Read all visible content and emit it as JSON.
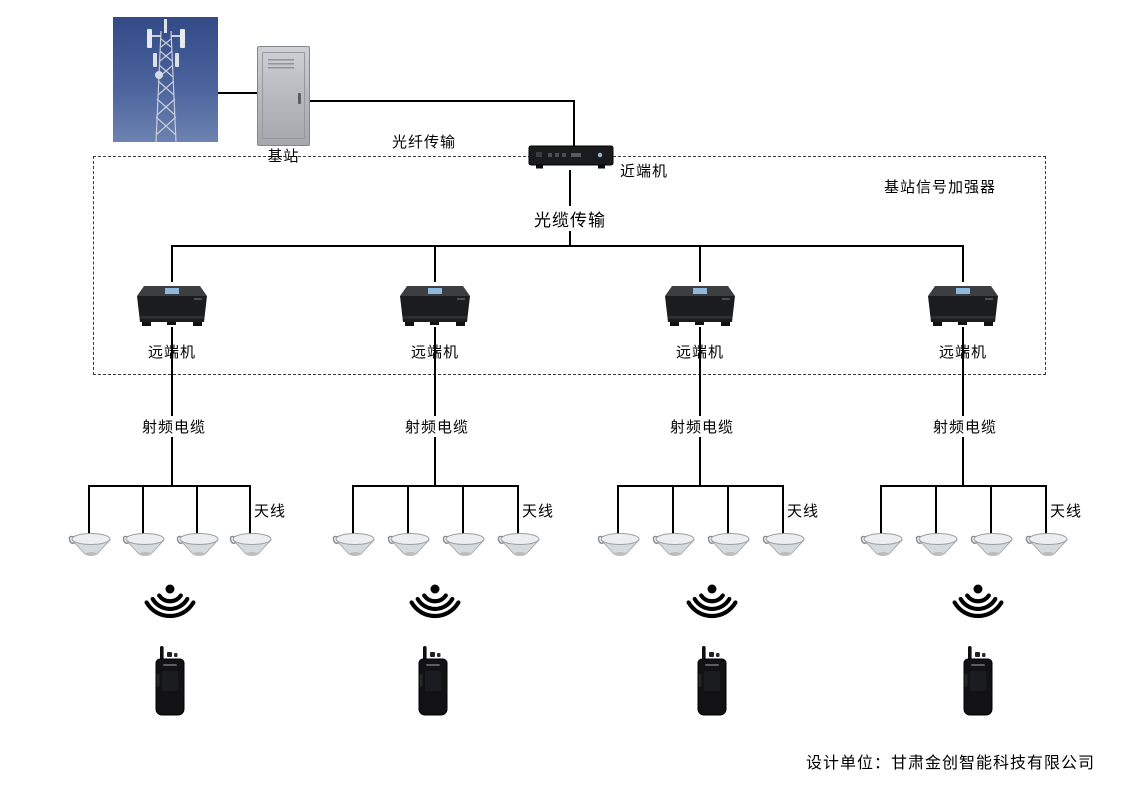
{
  "colors": {
    "line": "#000000",
    "device_black": "#1b1c1f",
    "label_blue": "#8fb9da",
    "photo_sky": "#4a639d"
  },
  "header": {
    "base_station": "基站",
    "fiber": "光纤传输",
    "near_end": "近端机",
    "system_box": "基站信号加强器",
    "optical": "光缆传输"
  },
  "groups": [
    {
      "remote": "远端机",
      "rf": "射频电缆",
      "antenna": "天线"
    },
    {
      "remote": "远端机",
      "rf": "射频电缆",
      "antenna": "天线"
    },
    {
      "remote": "远端机",
      "rf": "射频电缆",
      "antenna": "天线"
    },
    {
      "remote": "远端机",
      "rf": "射频电缆",
      "antenna": "天线"
    }
  ],
  "footer": {
    "designer": "设计单位：甘肃金创智能科技有限公司"
  }
}
